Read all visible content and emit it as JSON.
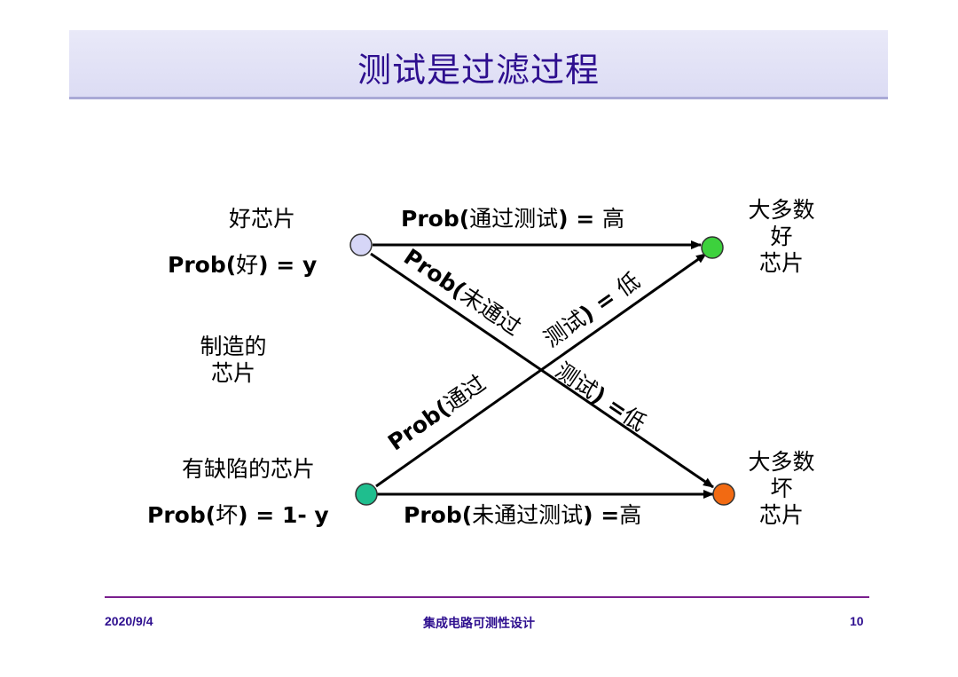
{
  "title": "测试是过滤过程",
  "nodes": {
    "good_in": {
      "label": "好芯片",
      "prob_prefix": "Prob(",
      "prob_mid": "好",
      "prob_suffix": ") = y",
      "color": "#d6d6f7"
    },
    "manufactured": {
      "line1": "制造的",
      "line2": "芯片"
    },
    "bad_in": {
      "label": "有缺陷的芯片",
      "prob_prefix": "Prob(",
      "prob_mid": "坏",
      "prob_suffix": ") = 1- y",
      "color": "#1fbe8e"
    },
    "good_out": {
      "line1": "大多数",
      "line2": "好",
      "line3": "芯片",
      "color": "#3dd13d"
    },
    "bad_out": {
      "line1": "大多数",
      "line2": "坏",
      "line3": "芯片",
      "color": "#f26a12"
    }
  },
  "edges": {
    "top": {
      "prefix": "Prob(",
      "mid": "通过测试",
      "suffix": ") = ",
      "tail": "高"
    },
    "bottom": {
      "prefix": "Prob(",
      "mid": "未通过测试",
      "suffix": ") =",
      "tail": "高"
    },
    "diag_down_part1": {
      "prefix": "Prob(",
      "mid": "未通过"
    },
    "diag_down_part2": {
      "mid": "测试",
      "suffix": ") =",
      "tail": "低"
    },
    "diag_up_part1": {
      "prefix": "Prob(",
      "mid": "通过"
    },
    "diag_up_part2": {
      "mid": "测试",
      "suffix": ") = ",
      "tail": "低"
    }
  },
  "footer": {
    "date": "2020/9/4",
    "course": "集成电路可测性设计",
    "page": "10"
  }
}
